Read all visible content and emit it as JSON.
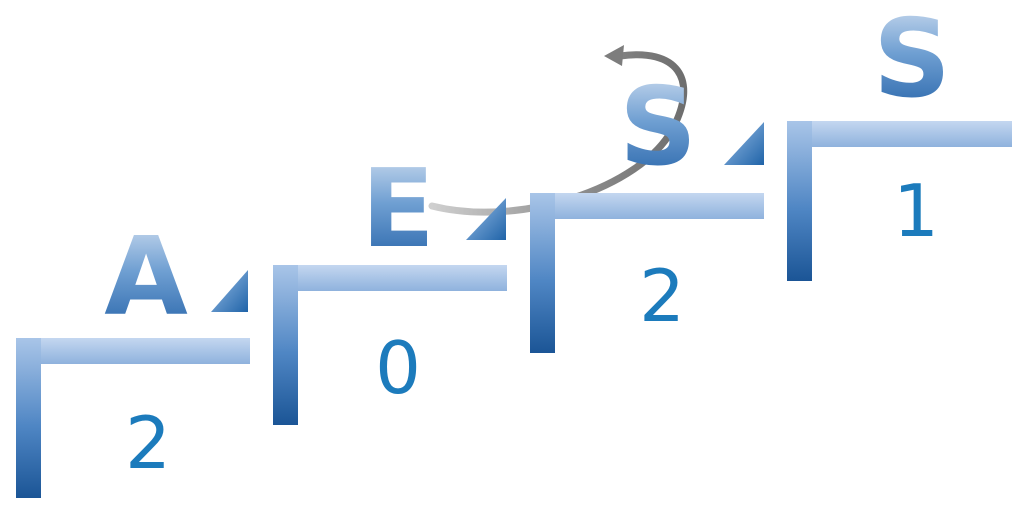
{
  "steps": [
    {
      "letter": "A",
      "number": "2"
    },
    {
      "letter": "E",
      "number": "0"
    },
    {
      "letter": "S",
      "number": "2"
    },
    {
      "letter": "S",
      "number": "1"
    }
  ],
  "colors": {
    "bar_light": "#aec8e9",
    "bar_dark": "#1d5f9e",
    "number": "#1c7bbc",
    "letter_top": "#c9d8ec",
    "letter_bottom": "#1f5ea5",
    "arrow": "#8a8a8a"
  }
}
